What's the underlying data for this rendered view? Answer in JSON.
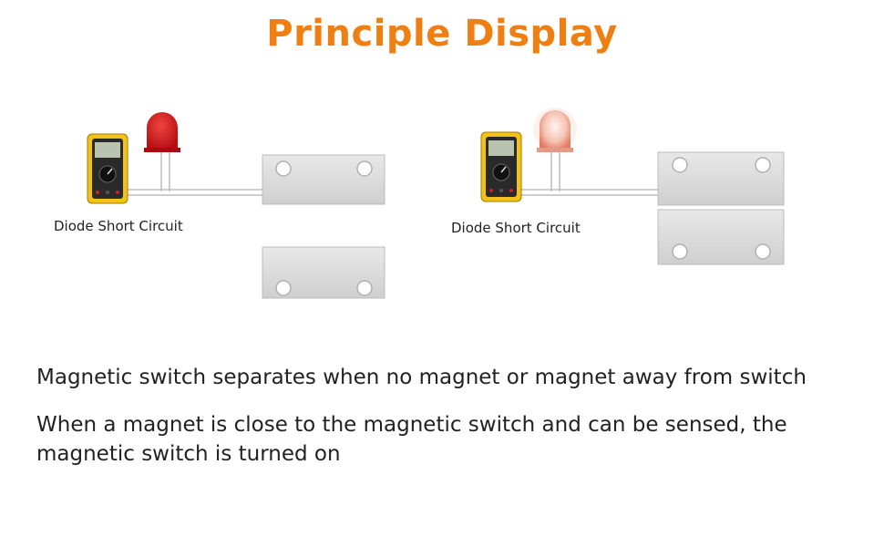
{
  "title": "Principle Display",
  "left_panel": {
    "caption": "Diode Short Circuit"
  },
  "right_panel": {
    "caption": "Diode Short Circuit"
  },
  "descriptions": [
    "Magnetic switch separates when no magnet or magnet away from switch",
    "When a magnet is close to the magnetic switch and can be sensed, the",
    "magnetic switch is turned on"
  ],
  "colors": {
    "title": "#f07f13",
    "led_off": "#d4181c",
    "led_on": "#f6c3b3",
    "multimeter_body": "#f2c21a",
    "switch_plate": "#dcdcdc"
  }
}
